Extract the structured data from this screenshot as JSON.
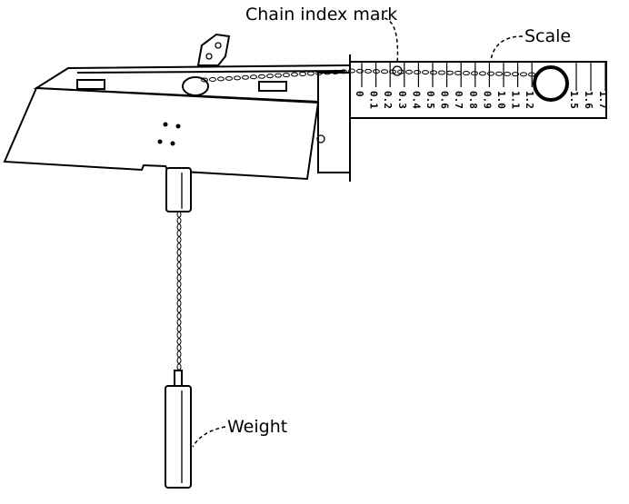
{
  "labels": {
    "chain_index_mark": "Chain index mark",
    "scale": "Scale",
    "weight": "Weight"
  },
  "scale_ticks": [
    "0",
    "0.1",
    "0.2",
    "0.3",
    "0.4",
    "0.5",
    "0.6",
    "0.7",
    "0.8",
    "0.9",
    "1.0",
    "1.1",
    "1.2",
    "1.5",
    "1.6",
    "1.7"
  ]
}
